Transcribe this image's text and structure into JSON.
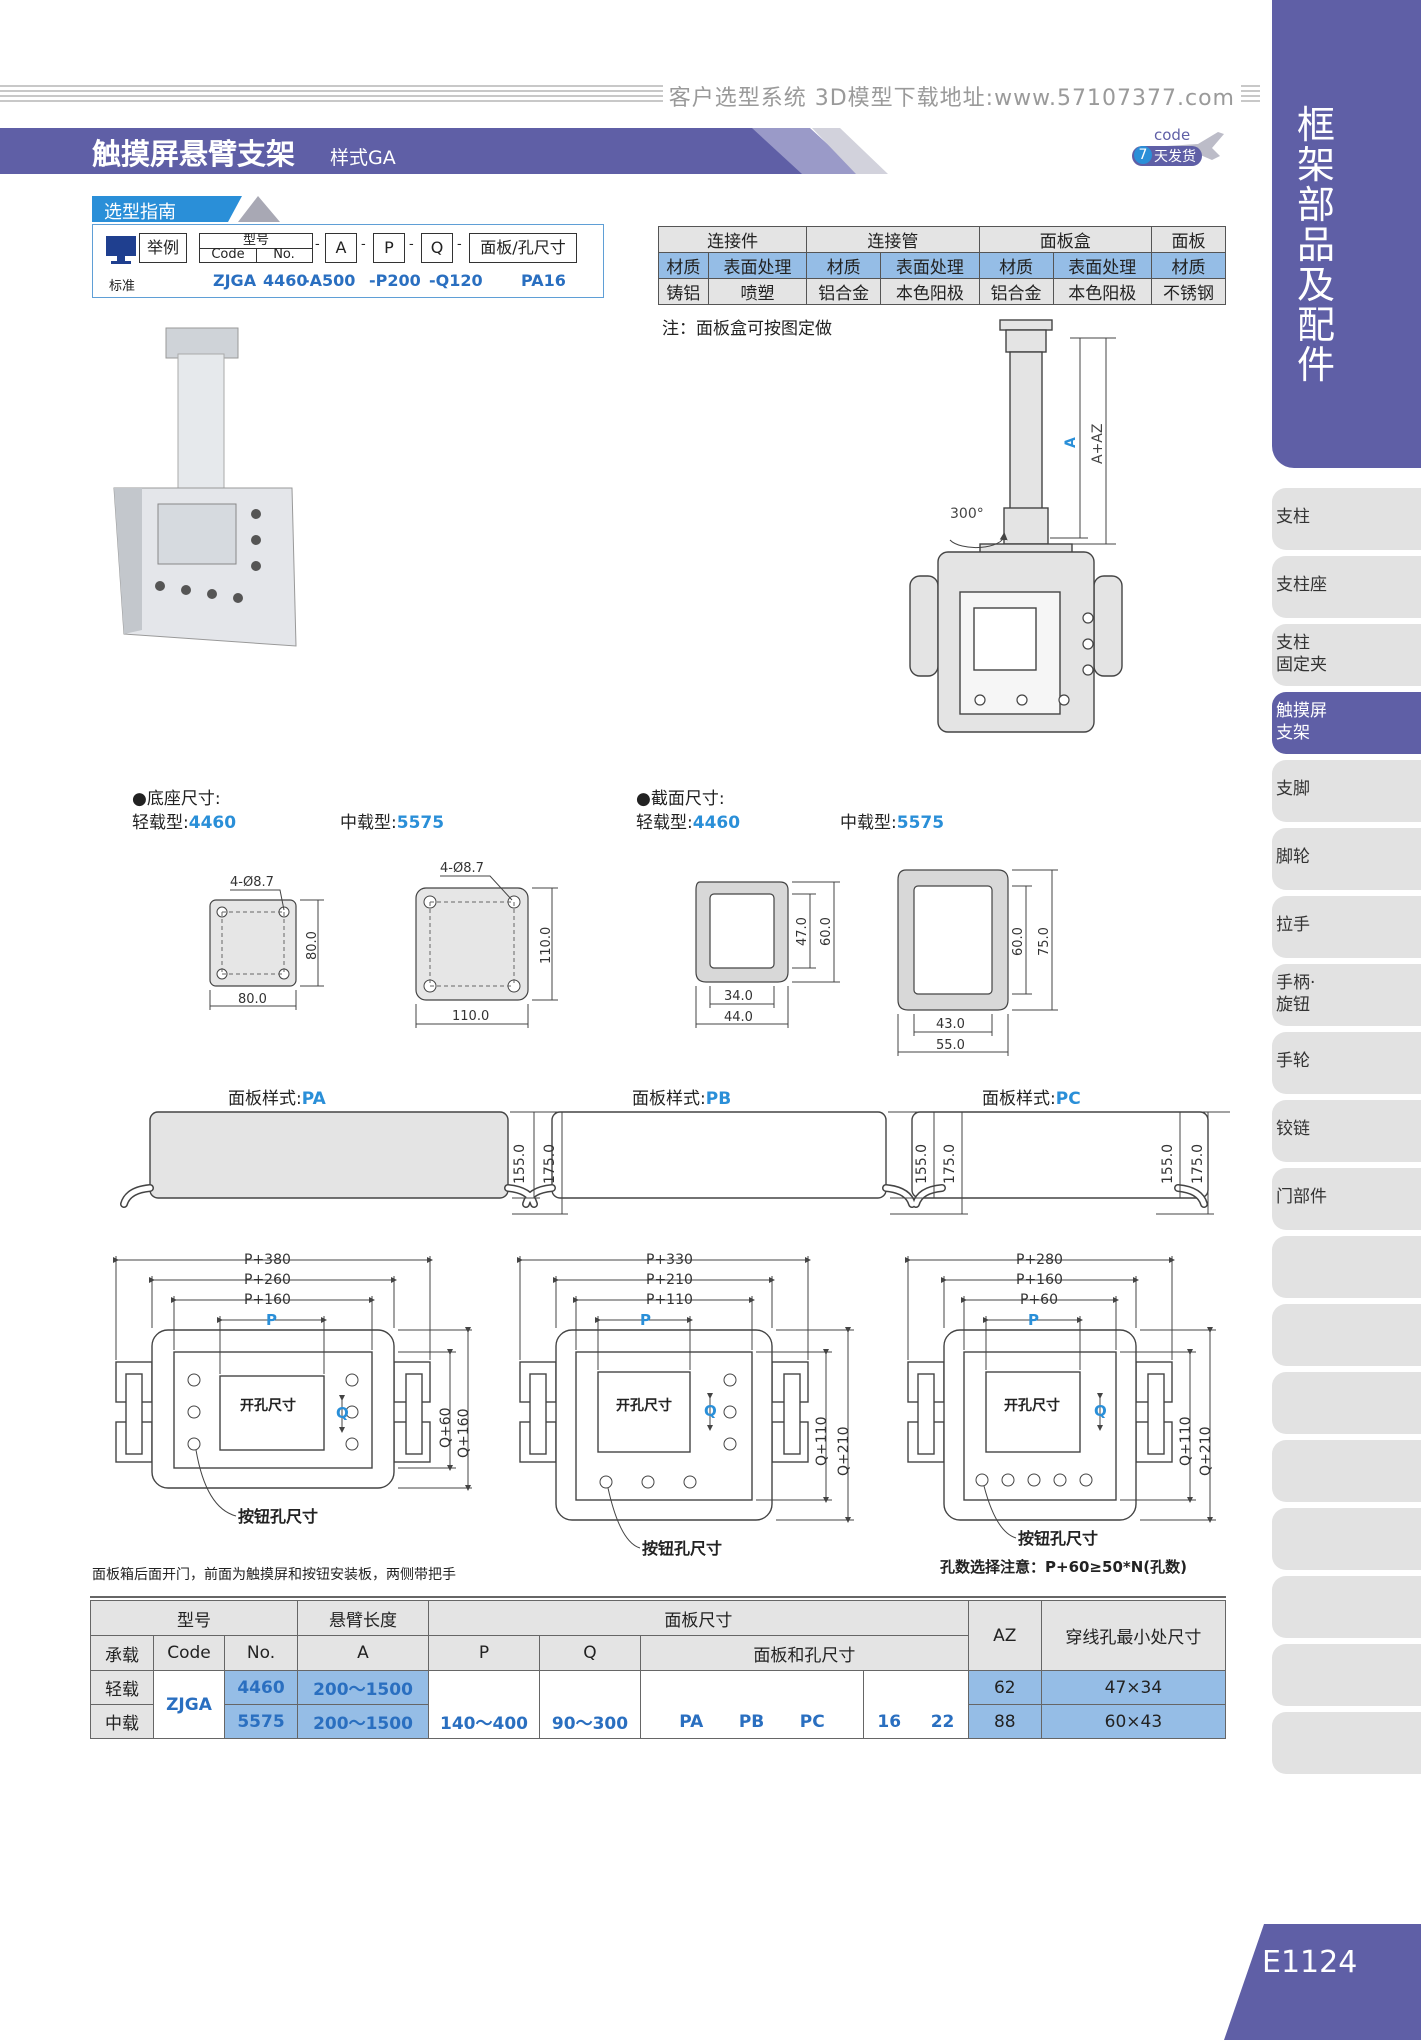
{
  "site": {
    "text": "客户选型系统 3D模型下载地址:www.57107377.com"
  },
  "title": {
    "main": "触摸屏悬臂支架",
    "sub": "样式GA"
  },
  "badge": {
    "code": "code",
    "days": "7",
    "label": "天发货"
  },
  "side": {
    "title": "框架部品及配件",
    "tabs": [
      "支柱",
      "支柱座",
      "支柱\n固定夹",
      "触摸屏\n支架",
      "支脚",
      "脚轮",
      "拉手",
      "手柄·\n旋钮",
      "手轮",
      "铰链",
      "门部件"
    ],
    "page": "E1124"
  },
  "guide": {
    "label": "选型指南",
    "example": "举例",
    "standard": "标准",
    "model": "型号",
    "code": "Code",
    "no": "No.",
    "a": "A",
    "p": "P",
    "q": "Q",
    "panel": "面板/孔尺寸",
    "ex_code": "ZJGA",
    "ex_no": "4460",
    "ex_a": "-A500",
    "ex_p": "-P200",
    "ex_q": "-Q120",
    "ex_panel": "PA16",
    "dash": "-"
  },
  "materials": {
    "groups": [
      "连接件",
      "连接管",
      "面板盒",
      "面板"
    ],
    "headers": [
      "材质",
      "表面处理",
      "材质",
      "表面处理",
      "材质",
      "表面处理",
      "材质"
    ],
    "values": [
      "铸铝",
      "喷塑",
      "铝合金",
      "本色阳极",
      "铝合金",
      "本色阳极",
      "不锈钢"
    ],
    "note": "注：面板盒可按图定做"
  },
  "drawing": {
    "a": "A",
    "a_az": "A+AZ",
    "rot": "300°",
    "base_title": "●底座尺寸:",
    "section_title": "●截面尺寸:",
    "light": "轻载型:",
    "medium": "中载型:",
    "no_light": "4460",
    "no_medium": "5575",
    "holes": "4-Ø8.7",
    "b80": "80.0",
    "b110": "110.0",
    "s47": "47.0",
    "s60": "60.0",
    "s34": "34.0",
    "s44": "44.0",
    "s75": "75.0",
    "s43": "43.0",
    "s55": "55.0",
    "h155": "155.0",
    "h175": "175.0",
    "style_label": "面板样式:",
    "pa": "PA",
    "pb": "PB",
    "pc": "PC",
    "pa_dims": [
      "P+380",
      "P+260",
      "P+160"
    ],
    "pb_dims": [
      "P+330",
      "P+210",
      "P+110"
    ],
    "pc_dims": [
      "P+280",
      "P+160",
      "P+60"
    ],
    "p": "P",
    "q": "Q",
    "pa_v": [
      "Q+60",
      "Q+160"
    ],
    "pb_v": [
      "Q+110",
      "Q+210"
    ],
    "pc_v": [
      "Q+110",
      "Q+210"
    ],
    "cutout": "开孔尺寸",
    "button_hole": "按钮孔尺寸",
    "hole_note": "孔数选择注意：P+60≥50*N(孔数)",
    "panel_note": "面板箱后面开门，前面为触摸屏和按钮安装板，两侧带把手"
  },
  "spec": {
    "h_model": "型号",
    "h_arm": "悬臂长度",
    "h_panel": "面板尺寸",
    "h_az": "AZ",
    "h_hole": "穿线孔最小处尺寸",
    "h_load": "承载",
    "h_code": "Code",
    "h_no": "No.",
    "h_a": "A",
    "h_p": "P",
    "h_q": "Q",
    "h_ph": "面板和孔尺寸",
    "code": "ZJGA",
    "rows": [
      {
        "load": "轻载",
        "no": "4460",
        "a": "200～1500",
        "az": "62",
        "hole": "47×34"
      },
      {
        "load": "中载",
        "no": "5575",
        "a": "200～1500",
        "az": "88",
        "hole": "60×43"
      }
    ],
    "p_range": "140～400",
    "q_range": "90～300",
    "panels": [
      "PA",
      "PB",
      "PC"
    ],
    "hole_sizes": [
      "16",
      "22"
    ]
  }
}
